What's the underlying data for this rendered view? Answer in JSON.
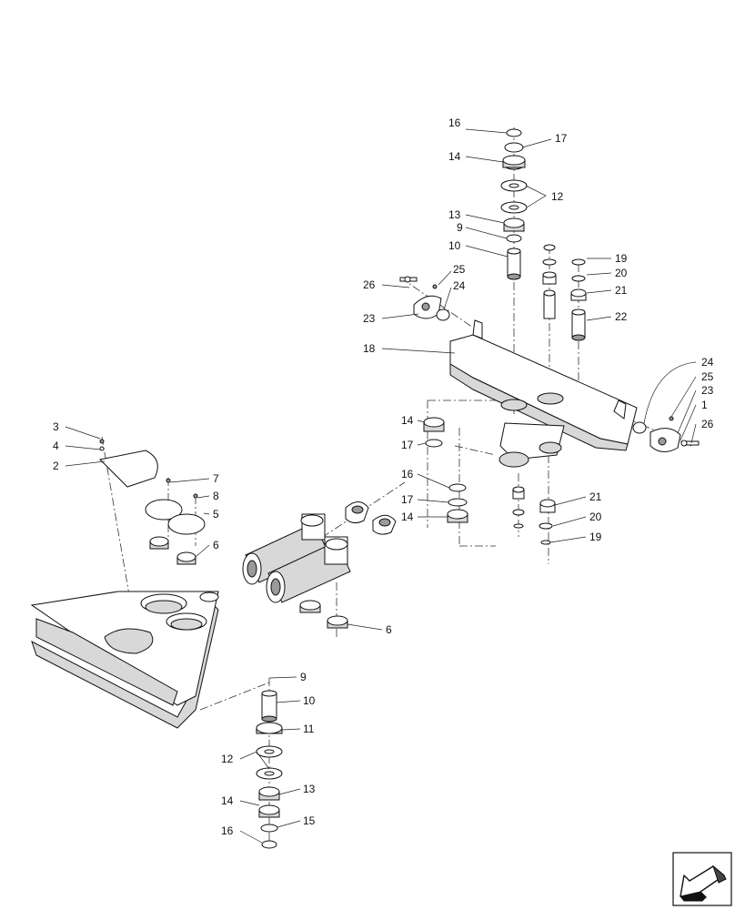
{
  "callouts": [
    "16",
    "17",
    "14",
    "12",
    "13",
    "9",
    "10",
    "19",
    "20",
    "21",
    "22",
    "25",
    "26",
    "24",
    "23",
    "18",
    "24",
    "25",
    "23",
    "1",
    "26",
    "3",
    "4",
    "2",
    "7",
    "8",
    "5",
    "6",
    "14",
    "17",
    "16",
    "17",
    "14",
    "21",
    "20",
    "19",
    "6",
    "9",
    "10",
    "11",
    "12",
    "13",
    "14",
    "15",
    "16"
  ],
  "nav": {
    "icon": "next-page-arrow-icon"
  }
}
